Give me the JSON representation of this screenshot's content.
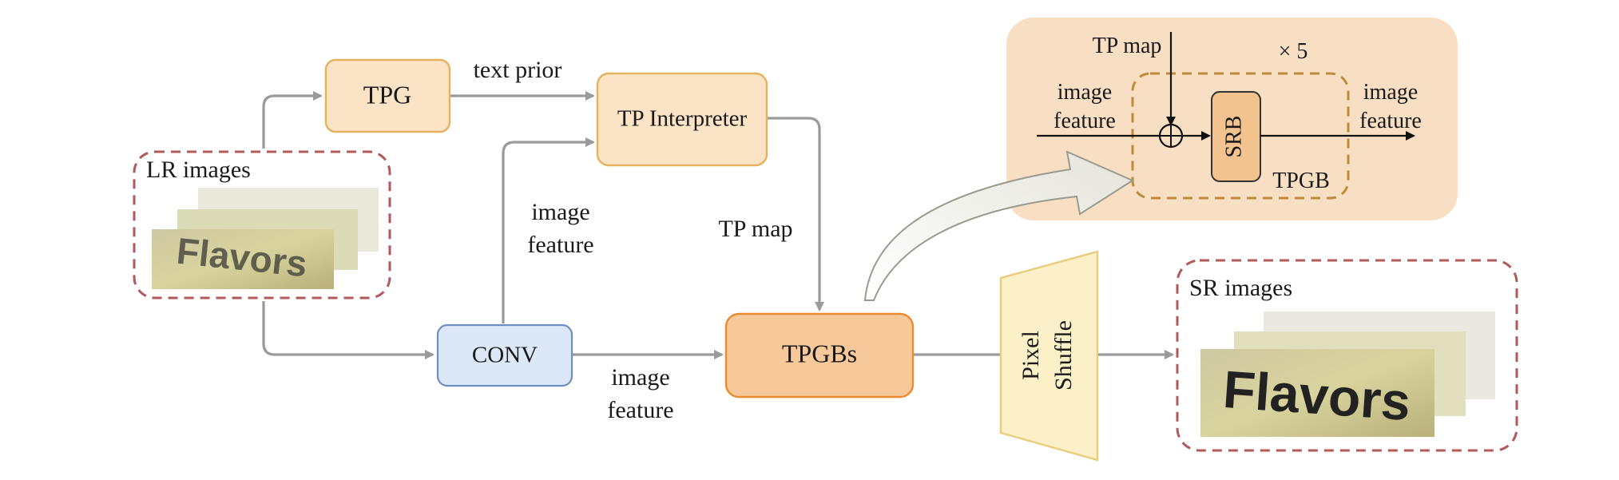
{
  "nodes": {
    "tpg": "TPG",
    "tp_interpreter": "TP Interpreter",
    "conv": "CONV",
    "tpgbs": "TPGBs",
    "pixel_shuffle_line1": "Pixel",
    "pixel_shuffle_line2": "Shuffle",
    "lr_images": "LR images",
    "sr_images": "SR images"
  },
  "edge_labels": {
    "text_prior": "text prior",
    "tp_map": "TP map",
    "image_feature_up_line1": "image",
    "image_feature_up_line2": "feature",
    "image_feature_bottom_line1": "image",
    "image_feature_bottom_line2": "feature"
  },
  "inset": {
    "tp_map": "TP map",
    "repeat": "× 5",
    "in_line1": "image",
    "in_line2": "feature",
    "out_line1": "image",
    "out_line2": "feature",
    "srb": "SRB",
    "tpgb": "TPGB",
    "plus": "⊕"
  },
  "thumbnails": {
    "lr_word": "Flavors",
    "sr_word": "Flavors"
  },
  "colors": {
    "tpg_fill": "#fbe3c6",
    "tpg_stroke": "#e6b25c",
    "conv_fill": "#dce8f8",
    "conv_stroke": "#6f8fc4",
    "tpgbs_fill": "#f7c99a",
    "tpgbs_stroke": "#ec8a2e",
    "shuffle_fill": "#fbf0c8",
    "shuffle_stroke": "#e9cd7c",
    "inset_bg": "#f8dfc3",
    "dashed_red": "#b15a5a",
    "dashed_orange": "#c08a3e",
    "arrow_gray": "#999999"
  }
}
